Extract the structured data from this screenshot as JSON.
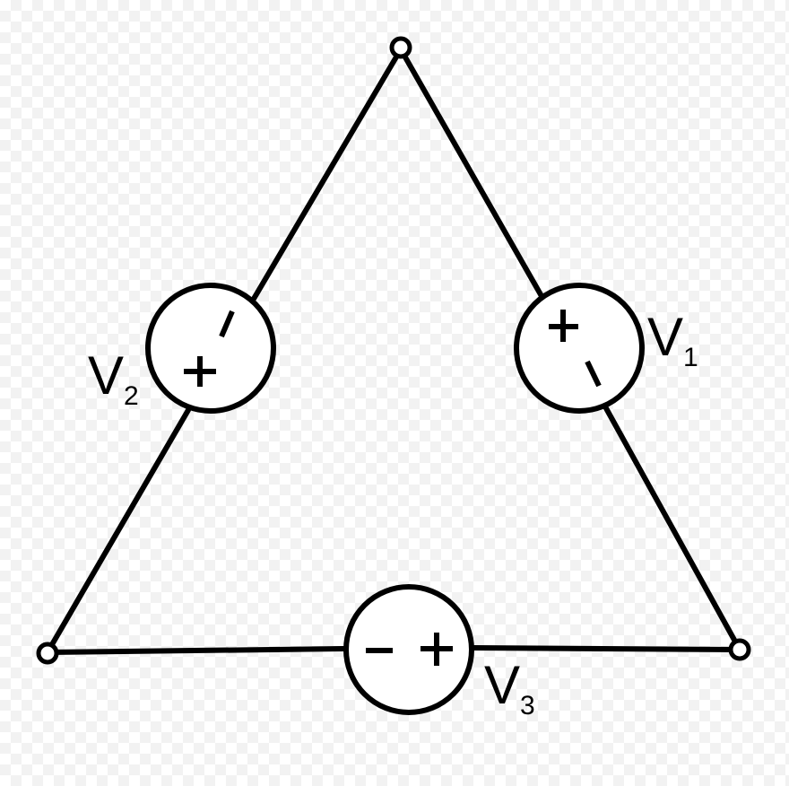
{
  "diagram": {
    "sources": [
      {
        "id": "v1",
        "label": "V",
        "subscript": "1",
        "plus": "+",
        "minus": "-"
      },
      {
        "id": "v2",
        "label": "V",
        "subscript": "2",
        "plus": "+",
        "minus": "-"
      },
      {
        "id": "v3",
        "label": "V",
        "subscript": "3",
        "plus": "+",
        "minus": "-"
      }
    ],
    "nodes": [
      "top",
      "bottom-left",
      "bottom-right"
    ],
    "colors": {
      "line": "#000000",
      "fill": "#ffffff"
    }
  }
}
